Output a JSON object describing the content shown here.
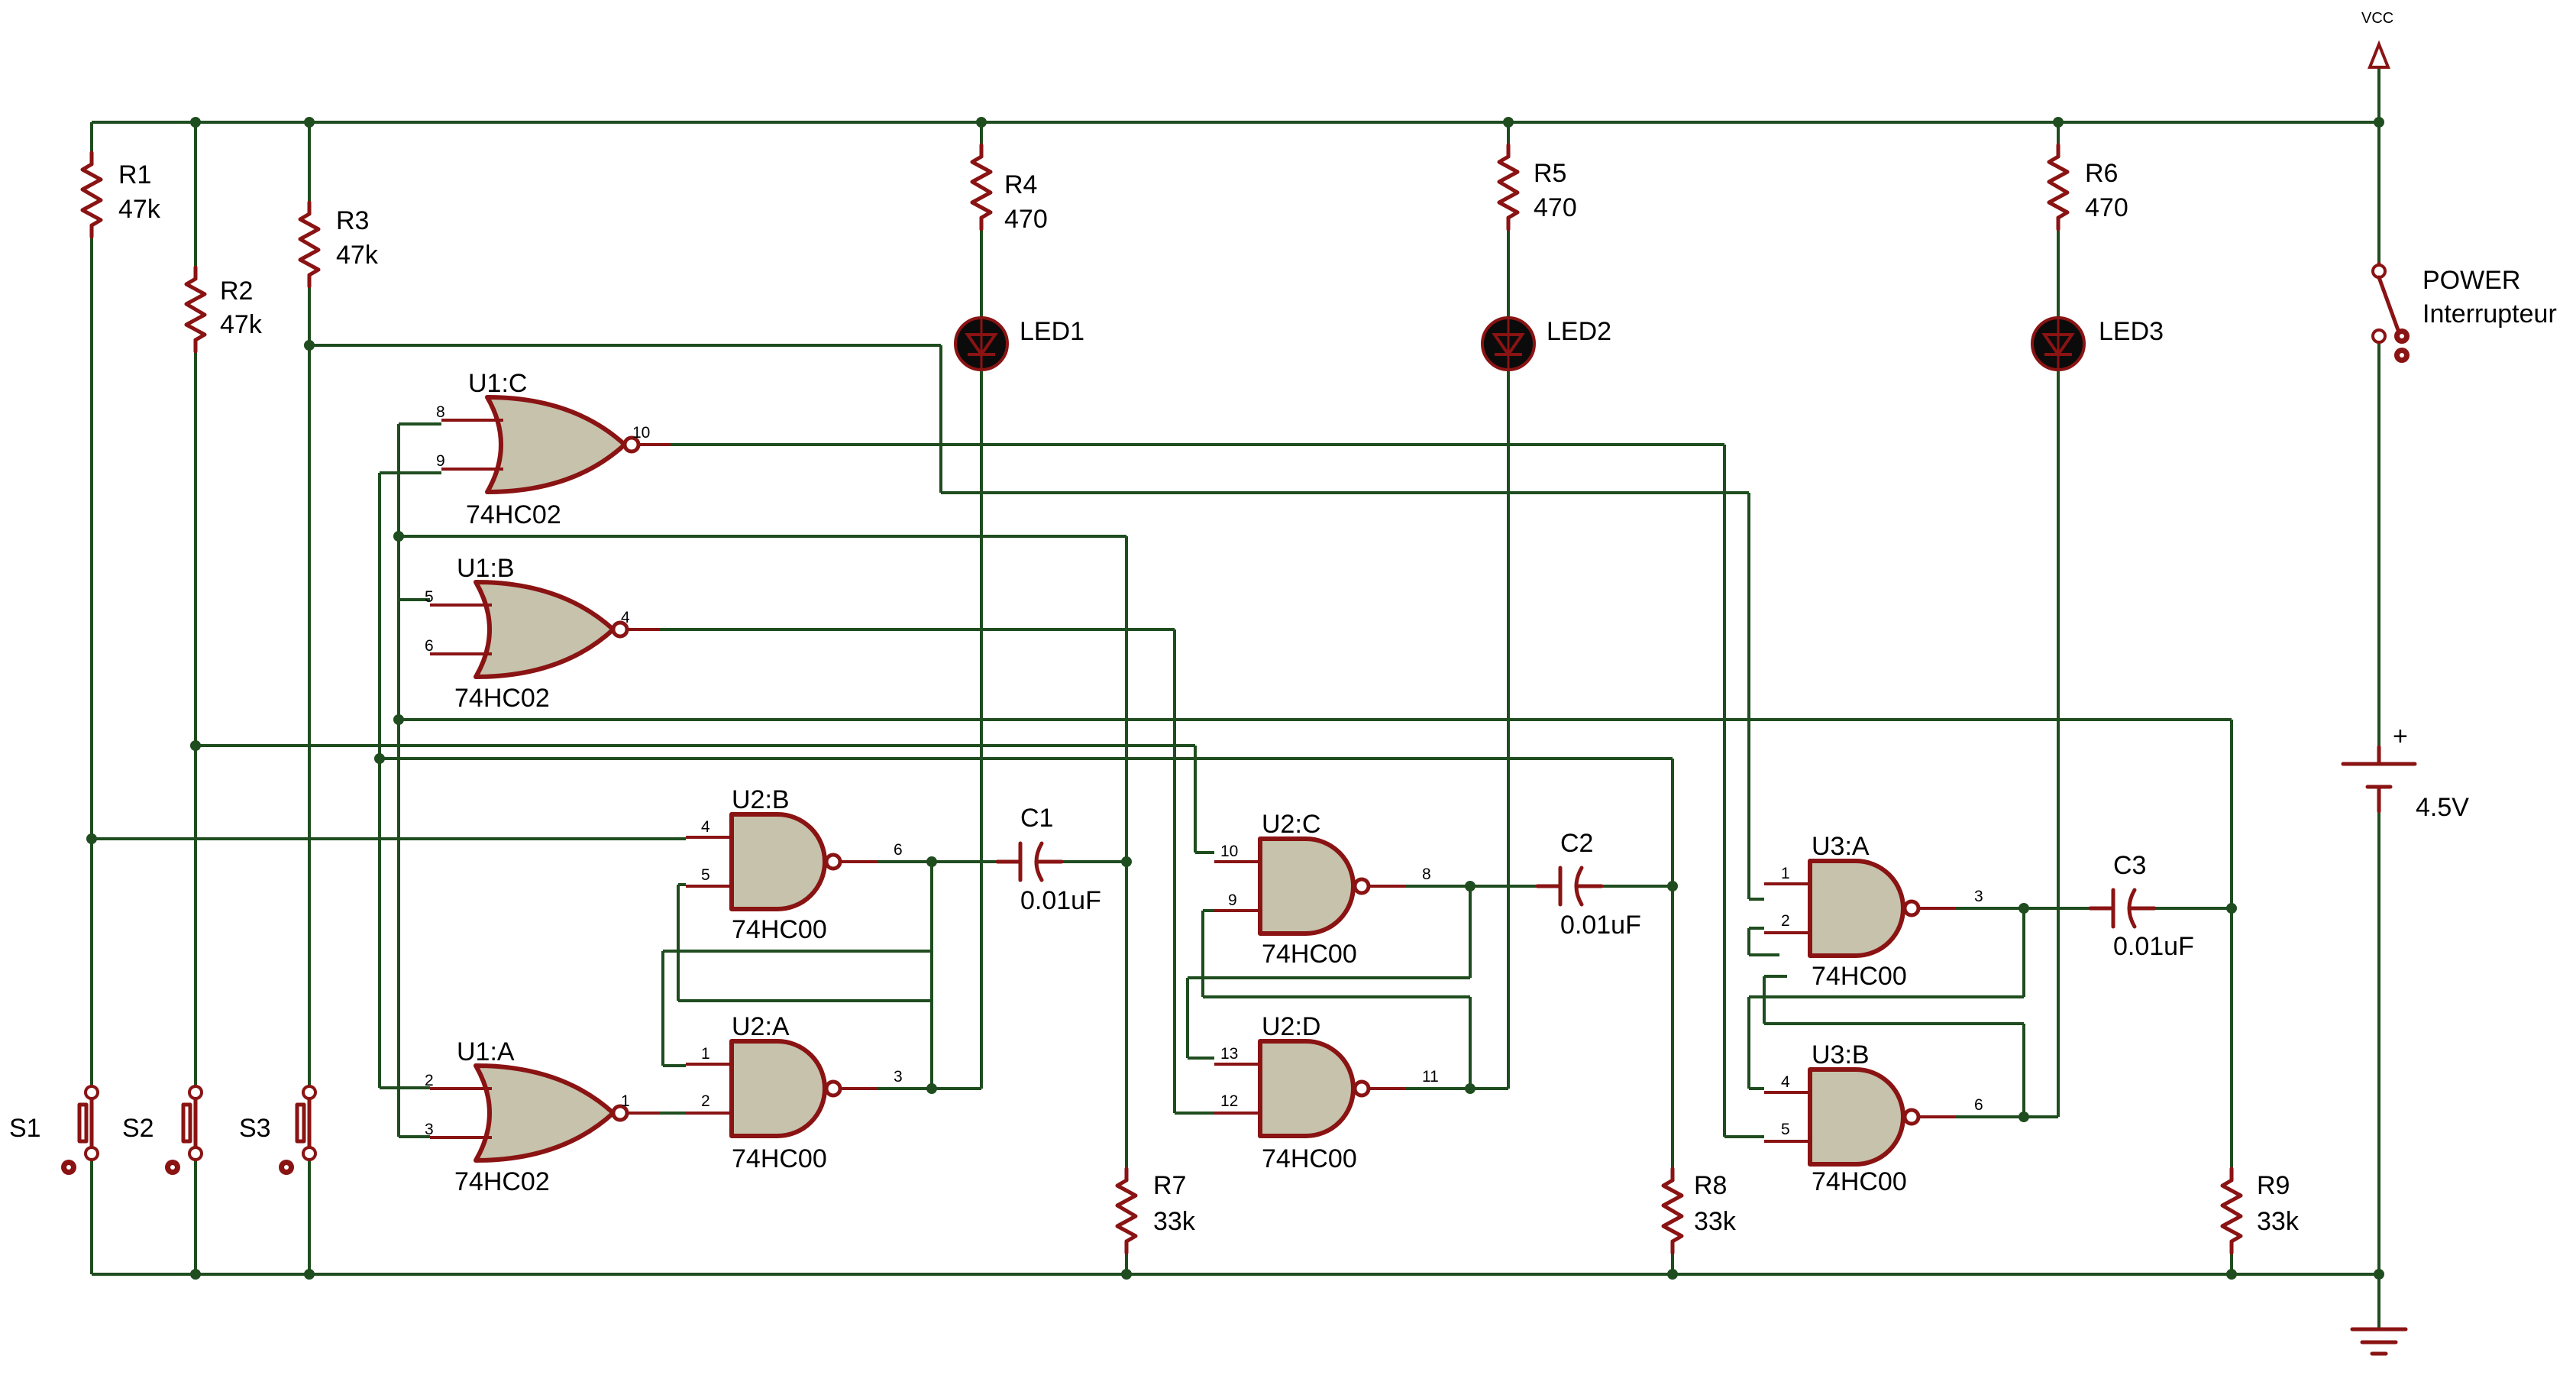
{
  "colors": {
    "wire": "#1f4d1f",
    "component": "#8a1313",
    "gate_fill": "#c6c2ac",
    "background": "#ffffff"
  },
  "power": {
    "vcc": "VCC",
    "battery_value": "4.5V",
    "battery_plus": "+",
    "switch_name": "POWER",
    "switch_value": "Interrupteur"
  },
  "resistors": {
    "r1": {
      "name": "R1",
      "value": "47k"
    },
    "r2": {
      "name": "R2",
      "value": "47k"
    },
    "r3": {
      "name": "R3",
      "value": "47k"
    },
    "r4": {
      "name": "R4",
      "value": "470"
    },
    "r5": {
      "name": "R5",
      "value": "470"
    },
    "r6": {
      "name": "R6",
      "value": "470"
    },
    "r7": {
      "name": "R7",
      "value": "33k"
    },
    "r8": {
      "name": "R8",
      "value": "33k"
    },
    "r9": {
      "name": "R9",
      "value": "33k"
    }
  },
  "leds": {
    "led1": "LED1",
    "led2": "LED2",
    "led3": "LED3"
  },
  "capacitors": {
    "c1": {
      "name": "C1",
      "value": "0.01uF"
    },
    "c2": {
      "name": "C2",
      "value": "0.01uF"
    },
    "c3": {
      "name": "C3",
      "value": "0.01uF"
    }
  },
  "switches": {
    "s1": "S1",
    "s2": "S2",
    "s3": "S3"
  },
  "gates": {
    "u1c": {
      "name": "U1:C",
      "part": "74HC02",
      "pins": [
        "8",
        "9",
        "10"
      ]
    },
    "u1b": {
      "name": "U1:B",
      "part": "74HC02",
      "pins": [
        "5",
        "6",
        "4"
      ]
    },
    "u1a": {
      "name": "U1:A",
      "part": "74HC02",
      "pins": [
        "2",
        "3",
        "1"
      ]
    },
    "u2b": {
      "name": "U2:B",
      "part": "74HC00",
      "pins": [
        "4",
        "5",
        "6"
      ]
    },
    "u2a": {
      "name": "U2:A",
      "part": "74HC00",
      "pins": [
        "1",
        "2",
        "3"
      ]
    },
    "u2c": {
      "name": "U2:C",
      "part": "74HC00",
      "pins": [
        "10",
        "9",
        "8"
      ]
    },
    "u2d": {
      "name": "U2:D",
      "part": "74HC00",
      "pins": [
        "13",
        "12",
        "11"
      ]
    },
    "u3a": {
      "name": "U3:A",
      "part": "74HC00",
      "pins": [
        "1",
        "2",
        "3"
      ]
    },
    "u3b": {
      "name": "U3:B",
      "part": "74HC00",
      "pins": [
        "4",
        "5",
        "6"
      ]
    }
  }
}
